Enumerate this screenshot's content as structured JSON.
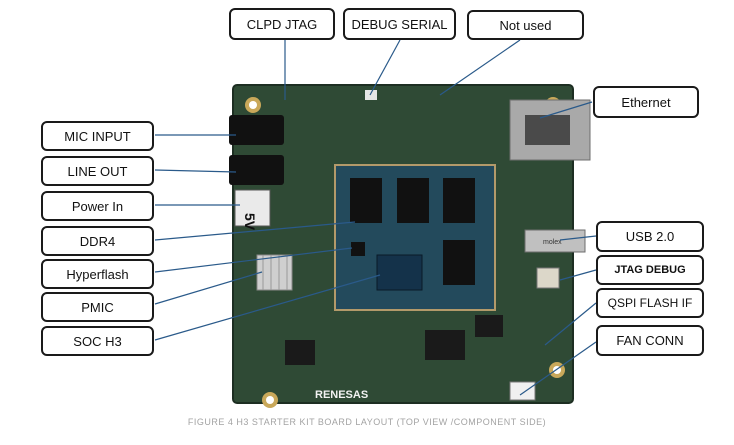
{
  "labels": {
    "clpd_jtag": "CLPD JTAG",
    "debug_serial": "DEBUG SERIAL",
    "not_used": "Not used",
    "ethernet": "Ethernet",
    "mic_input": "MIC INPUT",
    "line_out": "LINE OUT",
    "power_in": "Power In",
    "ddr4": "DDR4",
    "hyperflash": "Hyperflash",
    "pmic": "PMIC",
    "soc_h3": "SOC H3",
    "usb": "USB 2.0",
    "jtag_debug": "JTAG DEBUG",
    "qspi": "QSPI FLASH IF",
    "fan_conn": "FAN CONN"
  },
  "board_text": {
    "silk_5v": "5V",
    "brand": "RENESAS",
    "usb_marking": "molex"
  },
  "caption": "FIGURE 4 H3 STARTER KIT BOARD LAYOUT (TOP VIEW /COMPONENT SIDE)",
  "colors": {
    "board": "#2f4a35",
    "board_dark": "#22362a",
    "box_border": "#1a1a1a",
    "caption": "#a3a3a3"
  }
}
